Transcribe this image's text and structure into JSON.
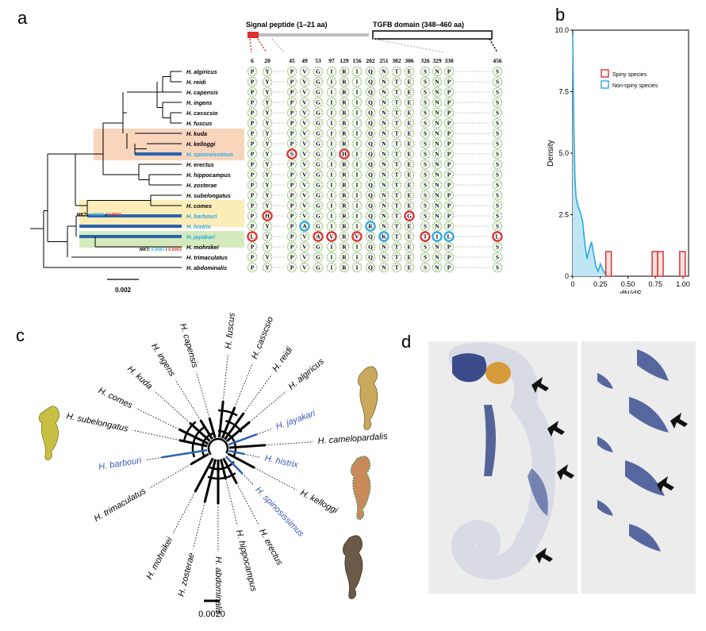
{
  "panel_labels": {
    "a": "a",
    "b": "b",
    "c": "c",
    "d": "d"
  },
  "panel_a": {
    "signal_peptide_label": "Signal peptide (1–21 aa)",
    "tgfb_label": "TGFB domain (348–460 aa)",
    "positions": [
      "6",
      "20",
      "45",
      "49",
      "53",
      "97",
      "129",
      "156",
      "202",
      "251",
      "302",
      "306",
      "326",
      "329",
      "330",
      "456"
    ],
    "species": [
      "H. algiricus",
      "H. reidi",
      "H. capensis",
      "H. ingens",
      "H. casscsio",
      "H. fuscus",
      "H. kuda",
      "H. kelloggi",
      "H. spinosissimus",
      "H. erectus",
      "H. hippocampus",
      "H. zosterae",
      "H. subelongatus",
      "H. comes",
      "H. barbouri",
      "H. histrix",
      "H. jayakari",
      "H. mohnikei",
      "H. trimaculatus",
      "H. abdominalis"
    ],
    "residues": [
      [
        "P",
        "Y",
        "P",
        "V",
        "G",
        "I",
        "R",
        "I",
        "Q",
        "N",
        "T",
        "E",
        "S",
        "N",
        "P",
        "S"
      ],
      [
        "P",
        "Y",
        "P",
        "V",
        "G",
        "I",
        "R",
        "I",
        "Q",
        "N",
        "T",
        "E",
        "S",
        "N",
        "P",
        "S"
      ],
      [
        "P",
        "Y",
        "P",
        "V",
        "G",
        "I",
        "R",
        "I",
        "Q",
        "N",
        "T",
        "E",
        "S",
        "N",
        "P",
        "S"
      ],
      [
        "P",
        "Y",
        "P",
        "V",
        "G",
        "I",
        "R",
        "I",
        "Q",
        "N",
        "T",
        "E",
        "S",
        "N",
        "P",
        "S"
      ],
      [
        "P",
        "Y",
        "P",
        "V",
        "G",
        "I",
        "R",
        "I",
        "Q",
        "N",
        "T",
        "E",
        "S",
        "N",
        "P",
        "S"
      ],
      [
        "P",
        "Y",
        "P",
        "V",
        "G",
        "I",
        "R",
        "I",
        "Q",
        "N",
        "T",
        "E",
        "S",
        "N",
        "P",
        "S"
      ],
      [
        "P",
        "Y",
        "P",
        "V",
        "G",
        "I",
        "R",
        "I",
        "Q",
        "N",
        "T",
        "E",
        "S",
        "N",
        "P",
        "S"
      ],
      [
        "P",
        "Y",
        "P",
        "V",
        "G",
        "I",
        "R",
        "I",
        "Q",
        "N",
        "T",
        "E",
        "S",
        "N",
        "P",
        "S"
      ],
      [
        "P",
        "Y",
        "S",
        "V",
        "G",
        "I",
        "H",
        "I",
        "Q",
        "N",
        "T",
        "E",
        "S",
        "N",
        "P",
        "S"
      ],
      [
        "P",
        "Y",
        "P",
        "V",
        "G",
        "I",
        "R",
        "I",
        "Q",
        "N",
        "T",
        "E",
        "S",
        "N",
        "P",
        "S"
      ],
      [
        "P",
        "Y",
        "P",
        "V",
        "G",
        "I",
        "R",
        "I",
        "Q",
        "N",
        "T",
        "E",
        "S",
        "N",
        "P",
        "S"
      ],
      [
        "P",
        "Y",
        "P",
        "V",
        "G",
        "I",
        "R",
        "I",
        "Q",
        "N",
        "T",
        "E",
        "S",
        "N",
        "P",
        "S"
      ],
      [
        "P",
        "Y",
        "P",
        "V",
        "G",
        "I",
        "R",
        "I",
        "Q",
        "N",
        "T",
        "E",
        "S",
        "N",
        "P",
        "S"
      ],
      [
        "P",
        "Y",
        "P",
        "V",
        "G",
        "I",
        "R",
        "I",
        "Q",
        "N",
        "T",
        "E",
        "S",
        "N",
        "P",
        "S"
      ],
      [
        "P",
        "H",
        "P",
        "V",
        "G",
        "I",
        "R",
        "I",
        "Q",
        "N",
        "T",
        "G",
        "S",
        "N",
        "P",
        "S"
      ],
      [
        "P",
        "Y",
        "P",
        "A",
        "G",
        "I",
        "R",
        "I",
        "R",
        "N",
        "T",
        "E",
        "S",
        "N",
        "P",
        "S"
      ],
      [
        "L",
        "Y",
        "P",
        "V",
        "A",
        "V",
        "R",
        "V",
        "Q",
        "K",
        "T",
        "E",
        "T",
        "I",
        "L",
        "L"
      ],
      [
        "P",
        "Y",
        "P",
        "V",
        "G",
        "I",
        "R",
        "I",
        "Q",
        "N",
        "T",
        "E",
        "S",
        "N",
        "P",
        "S"
      ],
      [
        "P",
        "Y",
        "P",
        "V",
        "G",
        "I",
        "R",
        "I",
        "Q",
        "N",
        "T",
        "E",
        "S",
        "N",
        "P",
        "S"
      ],
      [
        "P",
        "Y",
        "P",
        "V",
        "G",
        "I",
        "R",
        "I",
        "Q",
        "N",
        "T",
        "E",
        "S",
        "N",
        "P",
        "S"
      ]
    ],
    "mkt1": {
      "prefix": "MKT: ",
      "v1": "0.00001",
      "sep": " / ",
      "v2": "0.0021"
    },
    "mkt2": {
      "prefix": "MKT: ",
      "v1": "0.0061",
      "sep": " / ",
      "v2": "0.0003"
    },
    "scale": "0.002"
  },
  "panel_b": {
    "chart_data": {
      "type": "area",
      "ylabel": "Density",
      "xlabel": "dN/dS",
      "xlim": [
        0,
        1.05
      ],
      "ylim": [
        0,
        10
      ],
      "xticks": [
        "0",
        "0.25",
        "0.50",
        "0.75",
        "1.00"
      ],
      "xtick_values": [
        0,
        0.25,
        0.5,
        0.75,
        1.0
      ],
      "yticks": [
        "0",
        "2.5",
        "5.0",
        "7.5",
        "10.0"
      ],
      "ytick_values": [
        0,
        2.5,
        5,
        7.5,
        10
      ],
      "legend_position": "top-right",
      "series": [
        {
          "name": "Spiny species",
          "kind": "histogram",
          "color": "#e03030",
          "bins": [
            [
              0.3,
              0.35,
              1
            ],
            [
              0.72,
              0.77,
              1
            ],
            [
              0.77,
              0.82,
              1
            ],
            [
              0.97,
              1.02,
              1
            ]
          ]
        },
        {
          "name": "Non-spiny species",
          "kind": "density",
          "color": "#29a9e0",
          "x": [
            0,
            0.01,
            0.02,
            0.03,
            0.05,
            0.07,
            0.09,
            0.11,
            0.13,
            0.15,
            0.17,
            0.19,
            0.21,
            0.23,
            0.25,
            0.27,
            0.3,
            0.33
          ],
          "y": [
            9.8,
            6.0,
            4.0,
            3.2,
            2.8,
            2.6,
            2.2,
            1.3,
            0.7,
            1.1,
            1.4,
            0.9,
            0.4,
            0.2,
            0.5,
            0.3,
            0.05,
            0
          ]
        }
      ]
    }
  },
  "panel_c": {
    "scale": "0.0020",
    "labels": [
      {
        "name": "H. fuscus",
        "ang": -84,
        "blue": false
      },
      {
        "name": "H. casscsio",
        "ang": -68,
        "blue": false
      },
      {
        "name": "H. reidi",
        "ang": -54,
        "blue": false
      },
      {
        "name": "H. algiricus",
        "ang": -40,
        "blue": false
      },
      {
        "name": "H. jayakari",
        "ang": -20,
        "blue": true
      },
      {
        "name": "H. camelopardalis",
        "ang": -4,
        "blue": false
      },
      {
        "name": "H. histrix",
        "ang": 12,
        "blue": true
      },
      {
        "name": "H. kelloggi",
        "ang": 28,
        "blue": false
      },
      {
        "name": "H. spinosissimus",
        "ang": 46,
        "blue": true
      },
      {
        "name": "H. erectus",
        "ang": 62,
        "blue": false
      },
      {
        "name": "H. hippocampus",
        "ang": 76,
        "blue": false
      },
      {
        "name": "H. abdominalis",
        "ang": 90,
        "blue": false
      },
      {
        "name": "H. zosterae",
        "ang": 104,
        "blue": false
      },
      {
        "name": "H. mohnikei",
        "ang": 118,
        "blue": false
      },
      {
        "name": "H. trimaculatus",
        "ang": 150,
        "blue": false
      },
      {
        "name": "H. barbouri",
        "ang": 171,
        "blue": true
      },
      {
        "name": "H. subelongatus",
        "ang": 192,
        "blue": false
      },
      {
        "name": "H. comes",
        "ang": 206,
        "blue": false
      },
      {
        "name": "H. kuda",
        "ang": 222,
        "blue": false
      },
      {
        "name": "H. ingens",
        "ang": 238,
        "blue": false
      },
      {
        "name": "H. capensis",
        "ang": 254,
        "blue": false
      }
    ]
  },
  "colors": {
    "red": "#e03030",
    "blue": "#29a9e0",
    "tree_blue": "#2b63ad",
    "green": "#8cc26e"
  }
}
